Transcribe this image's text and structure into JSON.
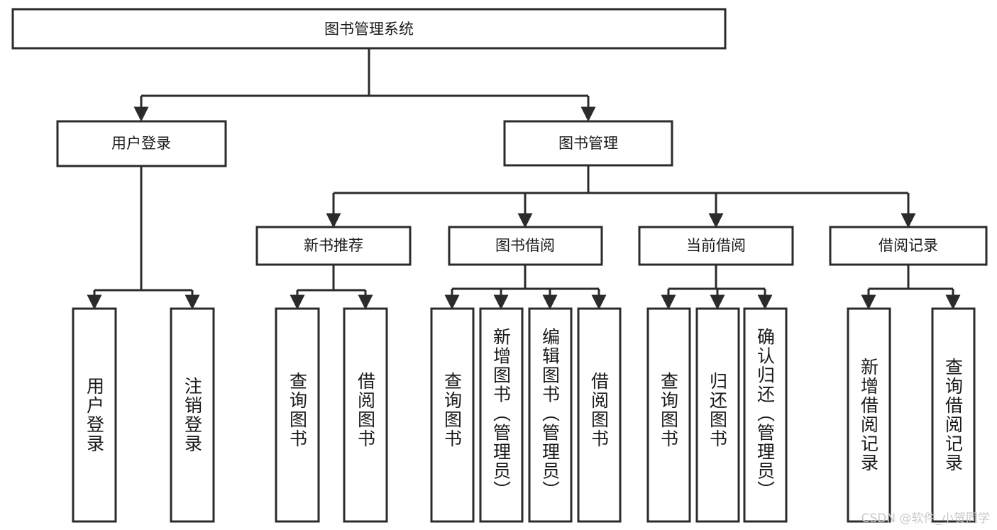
{
  "diagram": {
    "title": "图书管理系统",
    "type": "tree-hierarchy",
    "root": {
      "label": "图书管理系统"
    },
    "level1": [
      {
        "label": "用户登录"
      },
      {
        "label": "图书管理"
      }
    ],
    "level2": [
      {
        "label": "新书推荐"
      },
      {
        "label": "图书借阅"
      },
      {
        "label": "当前借阅"
      },
      {
        "label": "借阅记录"
      }
    ],
    "leaves": {
      "user_login": [
        {
          "label": "用户登录"
        },
        {
          "label": "注销登录"
        }
      ],
      "new_book_recommend": [
        {
          "label": "查询图书"
        },
        {
          "label": "借阅图书"
        }
      ],
      "book_borrow": [
        {
          "label": "查询图书"
        },
        {
          "label": "新增图书（管理员）"
        },
        {
          "label": "编辑图书（管理员）"
        },
        {
          "label": "借阅图书"
        }
      ],
      "current_borrow": [
        {
          "label": "查询图书"
        },
        {
          "label": "归还图书"
        },
        {
          "label": "确认归还（管理员）"
        }
      ],
      "borrow_record": [
        {
          "label": "新增借阅记录"
        },
        {
          "label": "查询借阅记录"
        }
      ]
    }
  },
  "watermark": {
    "text": "CSDN @软件_小贺同学"
  },
  "colors": {
    "background": "#ffffff",
    "stroke": "#2b2b2b",
    "text": "#1a1a1a",
    "watermark": "#c8c8c8"
  }
}
